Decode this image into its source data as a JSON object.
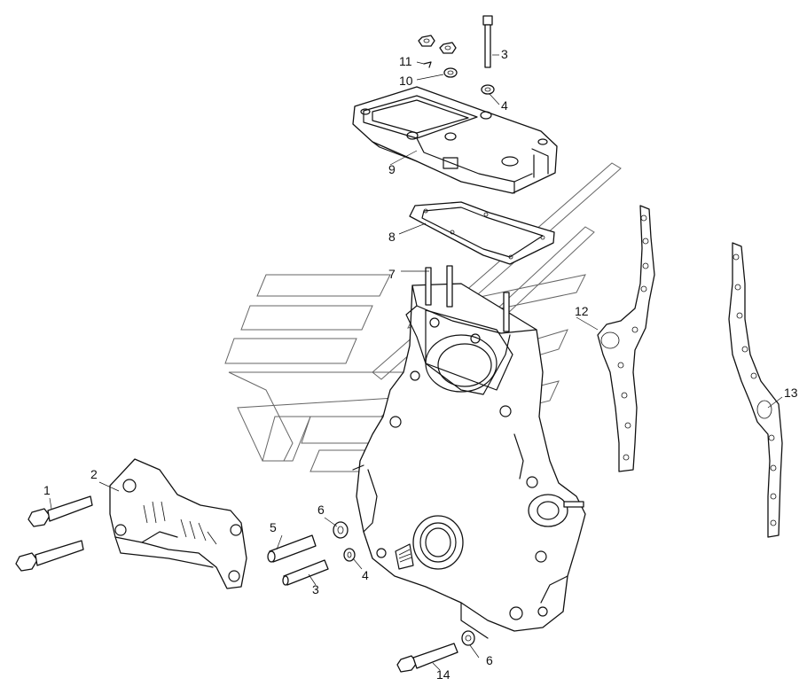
{
  "callouts": [
    {
      "id": "c1",
      "text": "1"
    },
    {
      "id": "c2",
      "text": "2"
    },
    {
      "id": "c3a",
      "text": "3"
    },
    {
      "id": "c3b",
      "text": "3"
    },
    {
      "id": "c4a",
      "text": "4"
    },
    {
      "id": "c4b",
      "text": "4"
    },
    {
      "id": "c5",
      "text": "5"
    },
    {
      "id": "c6a",
      "text": "6"
    },
    {
      "id": "c6b",
      "text": "6"
    },
    {
      "id": "c7",
      "text": "7"
    },
    {
      "id": "c8",
      "text": "8"
    },
    {
      "id": "c9",
      "text": "9"
    },
    {
      "id": "c10",
      "text": "10"
    },
    {
      "id": "c11",
      "text": "11"
    },
    {
      "id": "c12",
      "text": "12"
    },
    {
      "id": "c13",
      "text": "13"
    },
    {
      "id": "c14",
      "text": "14"
    }
  ]
}
